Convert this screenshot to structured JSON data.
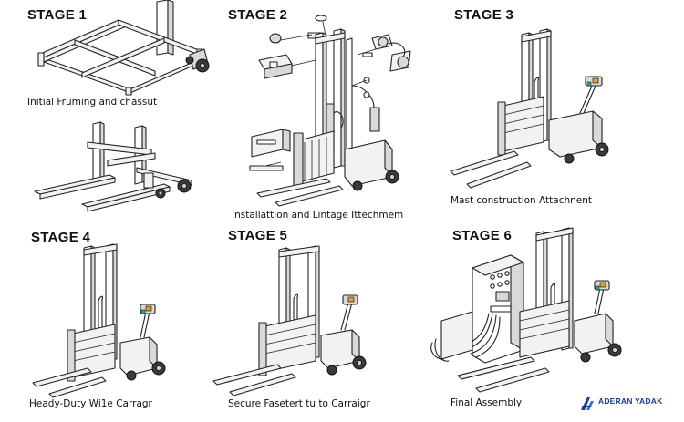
{
  "stages": [
    {
      "title": "STAGE 1",
      "caption": "Initial Fruming and chassut"
    },
    {
      "title": "STAGE 2",
      "caption": "Installattion and Lintage Ittechmem"
    },
    {
      "title": "STAGE 3",
      "caption": "Mast construction Attachnent"
    },
    {
      "title": "STAGE 4",
      "caption": "Heady-Duty Wi1e Carragr"
    },
    {
      "title": "STAGE 5",
      "caption": "Secure Fasetert tu to Carraigr"
    },
    {
      "title": "STAGE 6",
      "caption": "Final Assembly"
    }
  ],
  "logo": {
    "text": "ADERAN YADAK",
    "accent": "#1b3d8f"
  },
  "colors": {
    "line": "#222222",
    "metal": "#f2f2f2",
    "shade": "#d9d9d9",
    "wheel": "#3a3a3a",
    "handle_accent": "#2aa67a",
    "knob": "#e0a020"
  }
}
